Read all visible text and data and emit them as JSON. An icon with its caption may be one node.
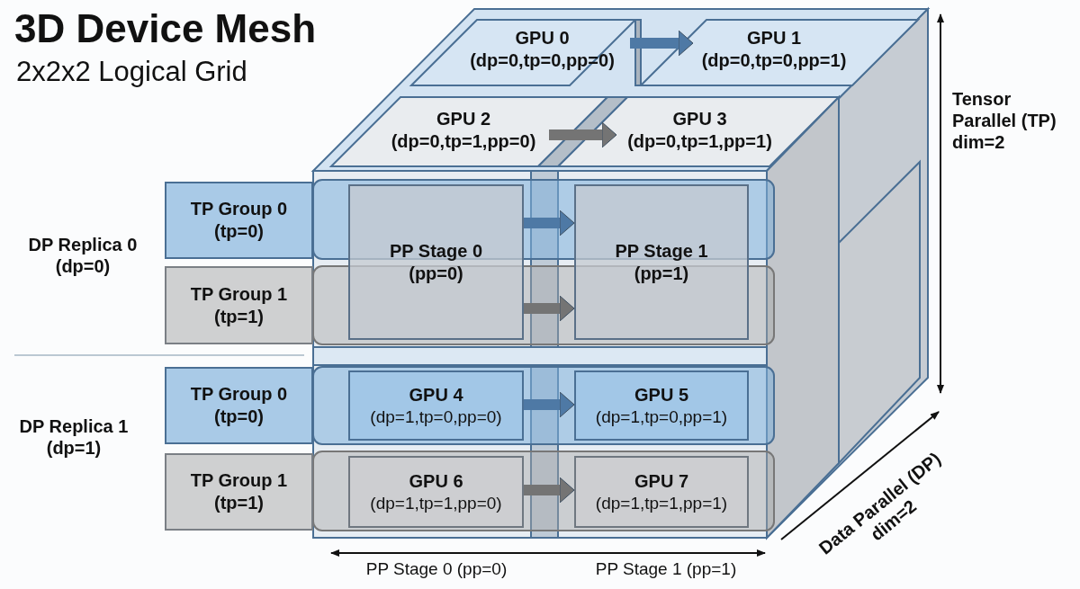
{
  "diagram": {
    "title": "3D Device Mesh",
    "nodes": [
      {
        "text": [
          "GPU 0",
          "(dp=0,tp=0,pp=0)"
        ]
      },
      {
        "text": [
          "GPU 1",
          "(dp=0,tp=0,pp=1)"
        ]
      },
      {
        "text": [
          "GPU 2",
          "(dp=0,tp=1,pp=0)"
        ]
      },
      {
        "text": [
          "GPU 3",
          "(dp=0,tp=1,pp=1)"
        ]
      },
      {
        "text": [
          "TP Group 0",
          "(tp=0)"
        ]
      },
      {
        "text": [
          "TP Group 1",
          "(tp=1)"
        ]
      },
      {
        "text": [
          "PP Stage 0",
          "(pp=0)"
        ]
      },
      {
        "text": [
          "PP Stage 1",
          "(pp=1)"
        ]
      },
      {
        "text": [
          "TP Group 0",
          "(tp=0)"
        ]
      },
      {
        "text": [
          "TP Group 1",
          "(tp=1)"
        ]
      },
      {
        "text": [
          "GPU 4",
          "(dp=1,tp=0,pp=0)"
        ]
      },
      {
        "text": [
          "GPU 5",
          "(dp=1,tp=0,pp=1)"
        ]
      },
      {
        "text": [
          "GPU 6",
          "(dp=1,tp=1,pp=0)"
        ]
      },
      {
        "text": [
          "GPU 7",
          "(dp=1,tp=1,pp=1)"
        ]
      }
    ],
    "edges": [
      {
        "from": 0,
        "to": 1,
        "arrow": "to",
        "color": "#4e79a5"
      },
      {
        "from": 2,
        "to": 3,
        "arrow": "to",
        "color": "#747474"
      },
      {
        "from": 6,
        "to": 7,
        "arrow": "to",
        "color": "#4e79a5"
      },
      {
        "from": 6,
        "to": 7,
        "arrow": "to",
        "color": "#747474"
      },
      {
        "from": 10,
        "to": 11,
        "arrow": "to",
        "color": "#4e79a5"
      },
      {
        "from": 12,
        "to": 13,
        "arrow": "to",
        "color": "#747474"
      }
    ],
    "labels": [
      "2x2x2 Logical Grid",
      "DP Replica 0 (dp=0)",
      "DP Replica 1 (dp=1)",
      "Tensor Parallel (TP) dim=2",
      "Data Parallel (DP) dim=2",
      "PP Stage 0 (pp=0)",
      "PP Stage 1 (pp=1)"
    ]
  }
}
